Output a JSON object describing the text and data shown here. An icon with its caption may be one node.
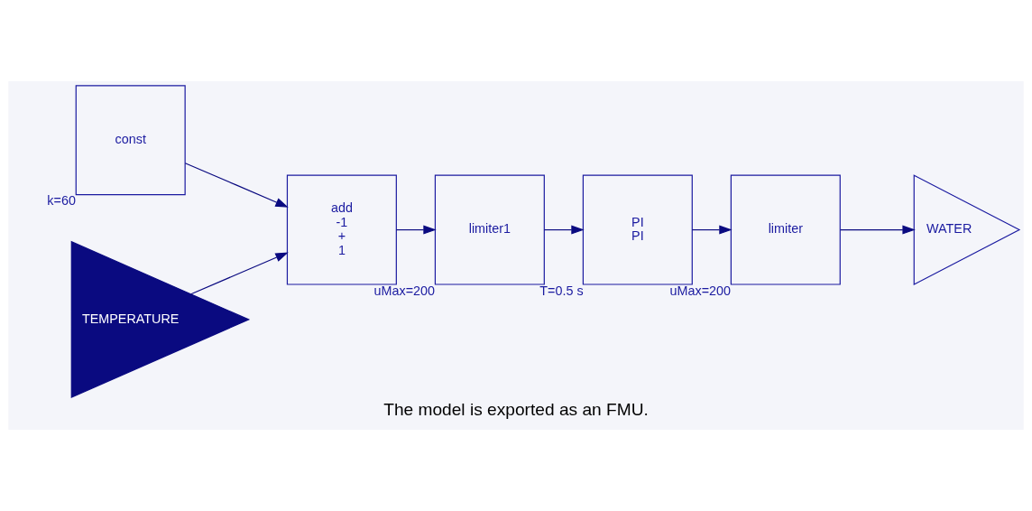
{
  "diagram": {
    "caption": "The model is exported as an FMU.",
    "nodes": [
      {
        "text": [
          "const"
        ],
        "beside": [
          "k=60"
        ]
      },
      {
        "text": [
          "TEMPERATURE"
        ]
      },
      {
        "text": [
          "add",
          "-1",
          "+",
          "1"
        ]
      },
      {
        "text": [
          "limiter1"
        ],
        "beside": [
          "uMax=200"
        ]
      },
      {
        "text": [
          "PI",
          "PI"
        ],
        "beside": [
          "T=0.5 s"
        ]
      },
      {
        "text": [
          "limiter"
        ],
        "beside": [
          "uMax=200"
        ]
      },
      {
        "text": [
          "WATER"
        ]
      }
    ],
    "edges": [
      {
        "from": 0,
        "to": 2,
        "arrow": "to"
      },
      {
        "from": 1,
        "to": 2,
        "arrow": "to"
      },
      {
        "from": 2,
        "to": 3,
        "arrow": "to"
      },
      {
        "from": 3,
        "to": 4,
        "arrow": "to"
      },
      {
        "from": 4,
        "to": 5,
        "arrow": "to"
      },
      {
        "from": 5,
        "to": 6,
        "arrow": "to"
      }
    ]
  }
}
